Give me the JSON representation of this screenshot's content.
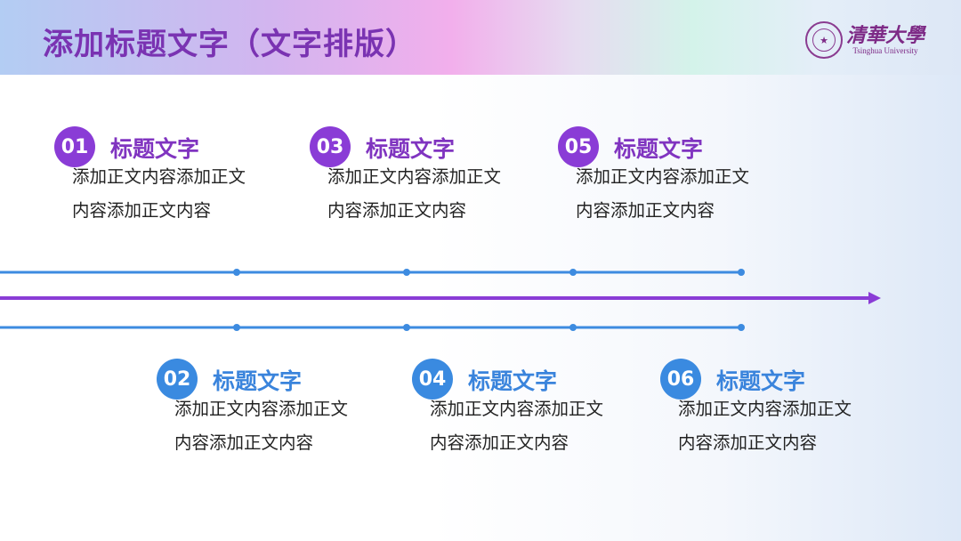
{
  "header": {
    "title": "添加标题文字（文字排版）"
  },
  "logo": {
    "cn": "清華大學",
    "en": "Tsinghua University",
    "seal": "★"
  },
  "items": [
    {
      "num": "01",
      "title": "标题文字",
      "body": "添加正文内容添加正文内容添加正文内容"
    },
    {
      "num": "02",
      "title": "标题文字",
      "body": "添加正文内容添加正文内容添加正文内容"
    },
    {
      "num": "03",
      "title": "标题文字",
      "body": "添加正文内容添加正文内容添加正文内容"
    },
    {
      "num": "04",
      "title": "标题文字",
      "body": "添加正文内容添加正文内容添加正文内容"
    },
    {
      "num": "05",
      "title": "标题文字",
      "body": "添加正文内容添加正文内容添加正文内容"
    },
    {
      "num": "06",
      "title": "标题文字",
      "body": "添加正文内容添加正文内容添加正文内容"
    }
  ],
  "colors": {
    "purple": "#8a3cd6",
    "blue": "#3a8ae0",
    "title": "#7a33b2"
  }
}
